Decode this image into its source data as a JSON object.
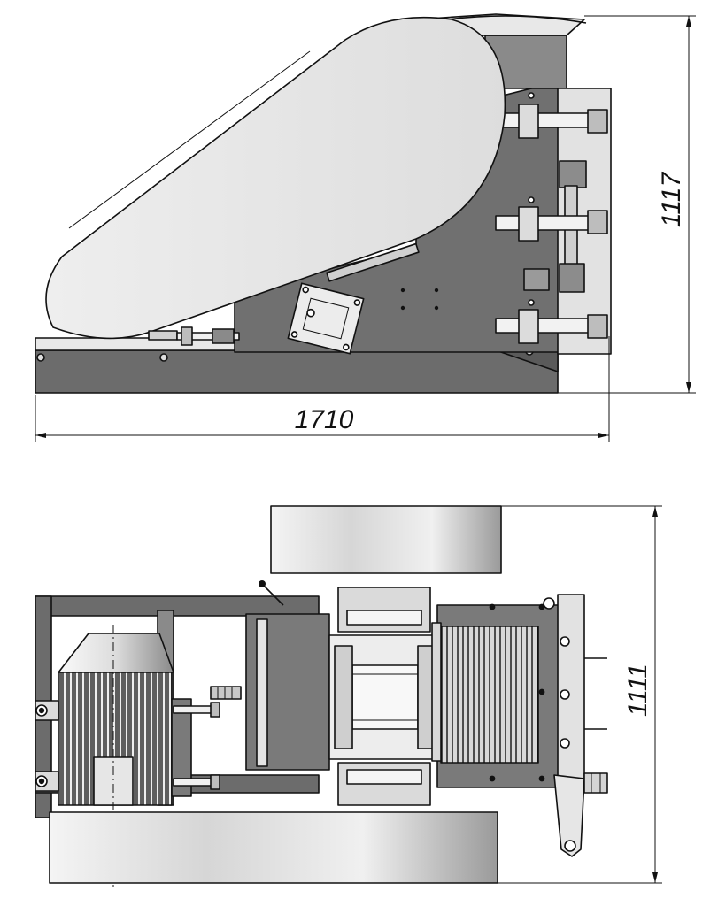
{
  "dimensions": {
    "side_length": "1710",
    "side_height": "1117",
    "top_width": "1111"
  },
  "colors": {
    "body_dark": "#6c6c6c",
    "body_mid": "#9a9a9a",
    "cover_light": "#e4e4e4",
    "line": "#111111",
    "white": "#ffffff"
  }
}
